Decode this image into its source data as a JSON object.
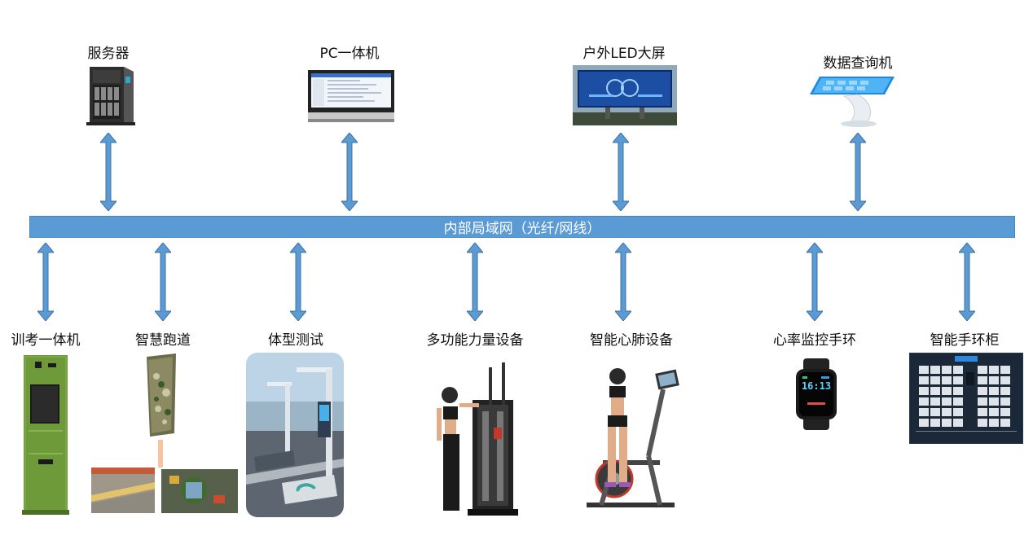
{
  "network": {
    "label": "内部局域网（光纤/网线）",
    "color": "#5b9bd5"
  },
  "top_devices": [
    {
      "name": "服务器"
    },
    {
      "name": "PC一体机"
    },
    {
      "name": "户外LED大屏"
    },
    {
      "name": "数据查询机"
    }
  ],
  "bottom_devices": [
    {
      "name": "训考一体机"
    },
    {
      "name": "智慧跑道"
    },
    {
      "name": "体型测试"
    },
    {
      "name": "多功能力量设备"
    },
    {
      "name": "智能心肺设备"
    },
    {
      "name": "心率监控手环"
    },
    {
      "name": "智能手环柜"
    }
  ],
  "watch": {
    "time": "16:13"
  },
  "colors": {
    "arrow": "#5b9bd5",
    "arrow_stroke": "#41719c"
  }
}
